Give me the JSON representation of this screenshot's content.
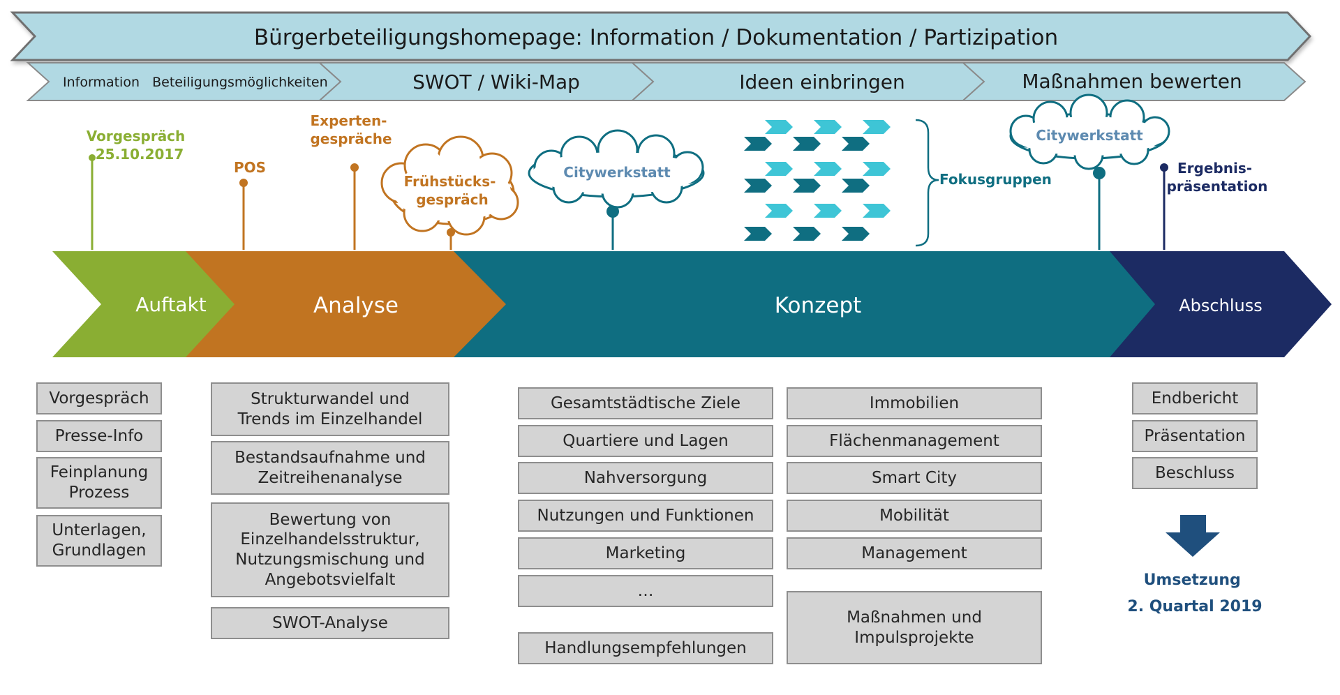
{
  "colors": {
    "banner_fill": "#b1d9e3",
    "banner_stroke": "#6f6f6f",
    "auftakt": "#8aae33",
    "analyse": "#c17421",
    "konzept": "#0f6e81",
    "abschluss": "#1c2b63",
    "box_fill": "#d4d4d4",
    "box_border": "#8e8e8e",
    "cyan_chevron": "#3ec5d6",
    "teal_chevron": "#0f6e81"
  },
  "banner": {
    "title": "Bürgerbeteiligungshomepage: Information /  Dokumentation /  Partizipation",
    "sub_segments": [
      "Information   Beteiligungsmöglichkeiten",
      "SWOT / Wiki-Map",
      "Ideen einbringen",
      "Maßnahmen bewerten"
    ]
  },
  "phases": {
    "auftakt": "Auftakt",
    "analyse": "Analyse",
    "konzept": "Konzept",
    "abschluss": "Abschluss"
  },
  "milestones": {
    "vorgespraech": [
      "Vorgespräch",
      "25.10.2017"
    ],
    "pos": "POS",
    "experten": [
      "Experten-",
      "gespräche"
    ],
    "fruehstueck": [
      "Frühstücks-",
      "gespräch"
    ],
    "citywerkstatt_1": "Citywerkstatt",
    "fokusgruppen": "Fokusgruppen",
    "citywerkstatt_2": "Citywerkstatt",
    "ergebnis": [
      "Ergebnis-",
      "präsentation"
    ]
  },
  "boxes": {
    "auftakt": [
      "Vorgespräch",
      "Presse-Info",
      "Feinplanung\nProzess",
      "Unterlagen,\nGrundlagen"
    ],
    "analyse": [
      "Strukturwandel und\nTrends im Einzelhandel",
      "Bestandsaufnahme und\nZeitreihenanalyse",
      "Bewertung von\nEinzelhandelsstruktur,\nNutzungsmischung und\nAngebotsvielfalt",
      "SWOT-Analyse"
    ],
    "konzept_left": [
      "Gesamtstädtische Ziele",
      "Quartiere und Lagen",
      "Nahversorgung",
      "Nutzungen und Funktionen",
      "Marketing",
      "…",
      "Handlungsempfehlungen"
    ],
    "konzept_right": [
      "Immobilien",
      "Flächenmanagement",
      "Smart City",
      "Mobilität",
      "Management",
      "Maßnahmen und\nImpulsprojekte"
    ],
    "abschluss": [
      "Endbericht",
      "Präsentation",
      "Beschluss"
    ]
  },
  "umsetzung": [
    "Umsetzung",
    "2. Quartal 2019"
  ]
}
